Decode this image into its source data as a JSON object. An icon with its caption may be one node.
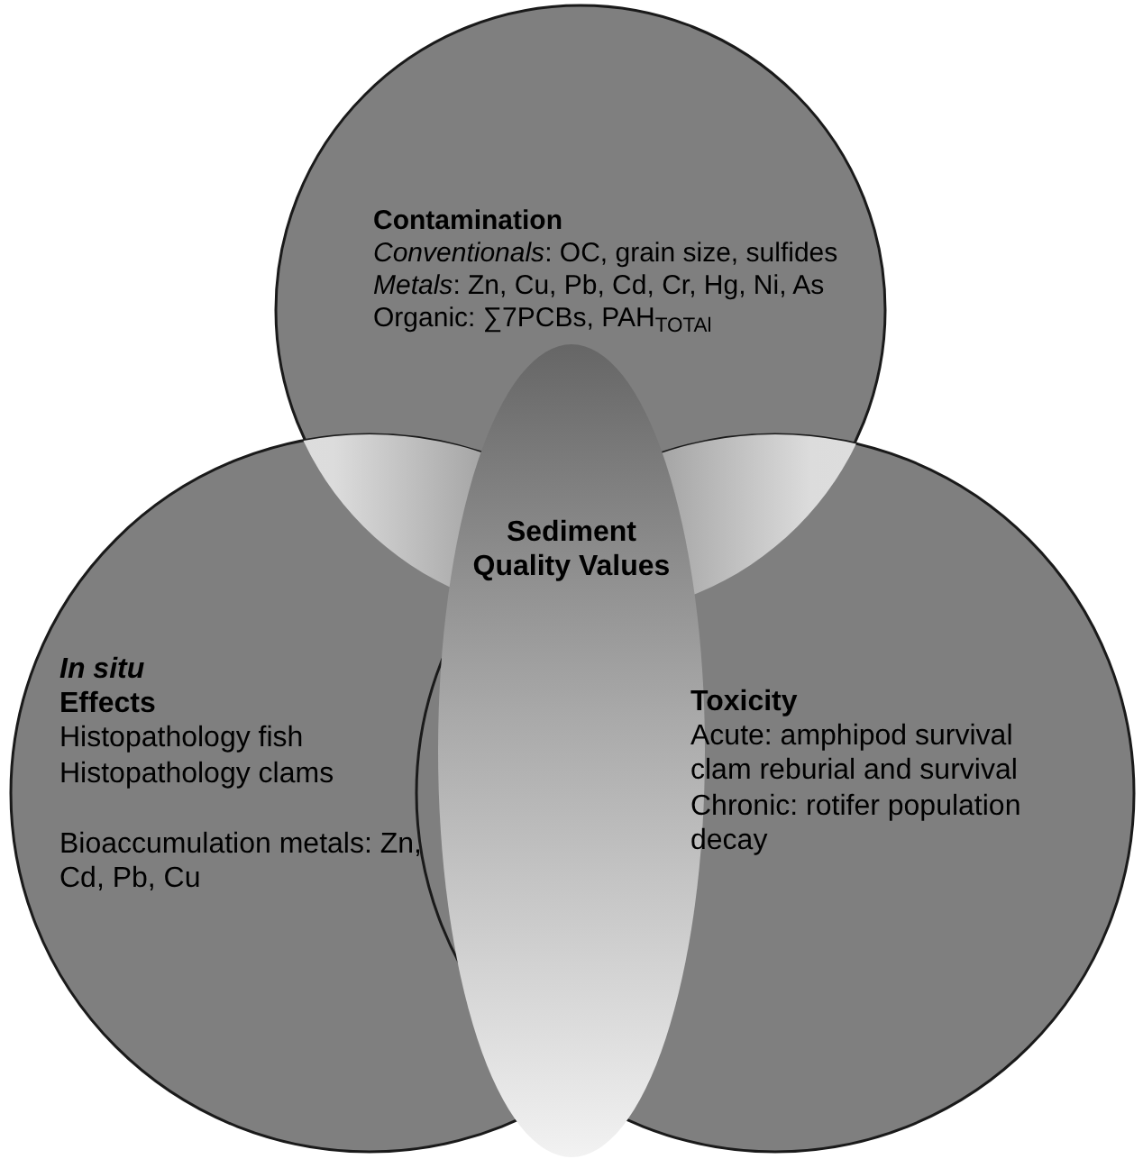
{
  "diagram": {
    "nodes": [
      {
        "text": [
          "Contamination",
          "*Conventionals*: OC, grain size, sulfides",
          "*Metals*: Zn, Cu, Pb, Cd, Cr, Hg, Ni, As",
          "Organic: ∑7PCBs, PAH$_{TOTAl}$"
        ]
      },
      {
        "text": [
          "*In situ* Effects",
          "Histopathology fish",
          "Histopathology clams",
          "Bioaccumulation metals: Zn, Cd, Pb, Cu"
        ]
      },
      {
        "text": [
          "Toxicity",
          "Acute: amphipod survival",
          "clam reburial and survival",
          "Chronic: rotifer population decay"
        ]
      },
      {
        "text": [
          "Sediment Quality Values"
        ]
      }
    ]
  }
}
